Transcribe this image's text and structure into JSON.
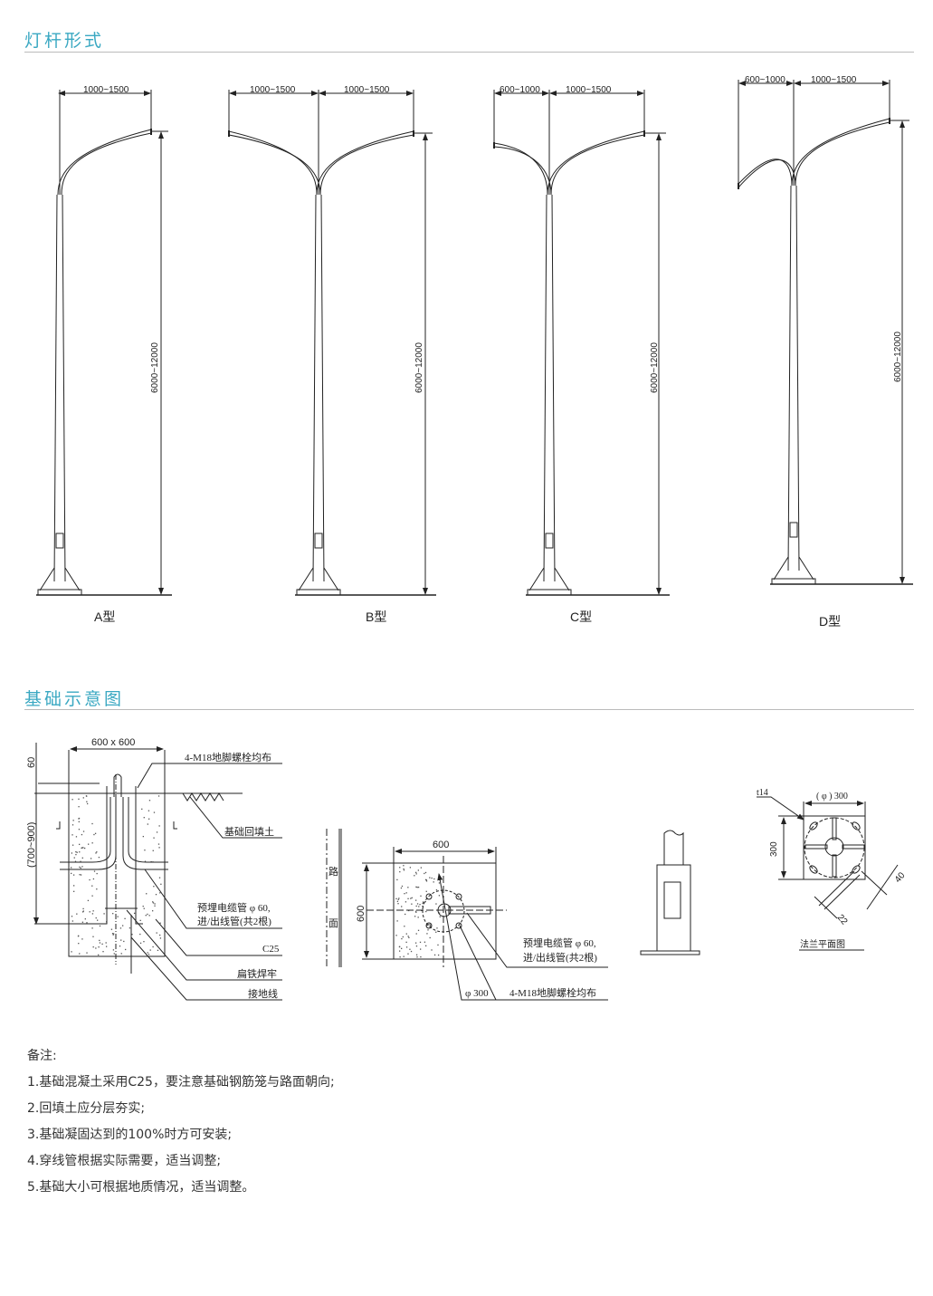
{
  "sections": {
    "pole_types": "灯杆形式",
    "foundation": "基础示意图"
  },
  "poles": [
    {
      "type_label": "A型",
      "arm_dims": [
        "1000~1500"
      ],
      "height_dim": "6000~12000"
    },
    {
      "type_label": "B型",
      "arm_dims": [
        "1000~1500",
        "1000~1500"
      ],
      "height_dim": "6000~12000"
    },
    {
      "type_label": "C型",
      "arm_dims": [
        "600~1000",
        "1000~1500"
      ],
      "height_dim": "6000~12000"
    },
    {
      "type_label": "D型",
      "arm_dims": [
        "600~1000",
        "1000~1500"
      ],
      "height_dim": "6000~12000"
    }
  ],
  "foundation_section": {
    "width_dim": "600 x 600",
    "top_dim": "60",
    "depth_dim": "(700~900)",
    "bolts": "4-M18地脚螺栓均布",
    "backfill": "基础回填土",
    "conduit_line1": "预埋电缆管 φ 60,",
    "conduit_line2": "进/出线管(共2根)",
    "concrete": "C25",
    "flat_iron": "扁铁焊牢",
    "ground_wire": "接地线"
  },
  "foundation_plan": {
    "width_dim": "600",
    "height_dim": "600",
    "road_char1": "路",
    "road_char2": "面",
    "conduit_line1": "预埋电缆管 φ 60,",
    "conduit_line2": "进/出线管(共2根)",
    "circle_dim": "φ 300",
    "bolts": "4-M18地脚螺栓均布"
  },
  "flange": {
    "thickness": "t14",
    "diameter": "( φ ) 300",
    "side": "300",
    "dim_40": "40",
    "dim_22": "22",
    "caption": "法兰平面图"
  },
  "notes": {
    "title": "备注:",
    "items": [
      "1.基础混凝土采用C25，要注意基础钢筋笼与路面朝向;",
      "2.回填土应分层夯实;",
      "3.基础凝固达到的100%时方可安装;",
      "4.穿线管根据实际需要，适当调整;",
      "5.基础大小可根据地质情况，适当调整。"
    ]
  }
}
